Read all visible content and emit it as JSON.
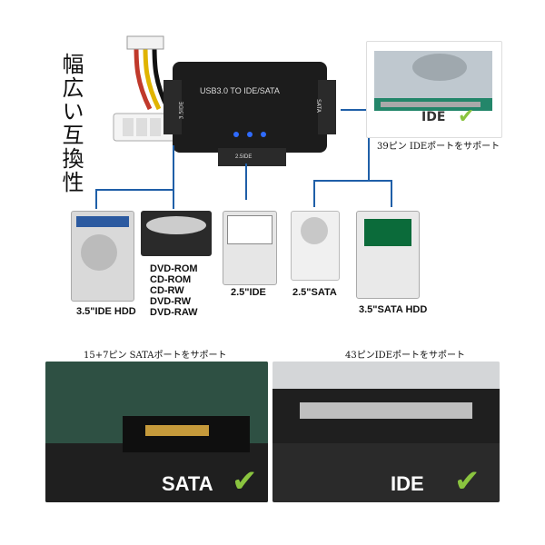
{
  "title": "幅広い互換性",
  "adapter": {
    "label_top": "USB3.0 TO IDE/SATA",
    "label_bottom": "2.5IDE",
    "label_left": "3.5IDE",
    "label_right": "SATA"
  },
  "ide_panel": {
    "badge_text": "IDE",
    "caption": "39ピン IDEポートをサポート"
  },
  "devices": {
    "hdd35ide": "3.5\"IDE HDD",
    "optical_list": [
      "DVD-ROM",
      "CD-ROM",
      "CD-RW",
      "DVD-RW",
      "DVD-RAW"
    ],
    "hdd25ide": "2.5\"IDE",
    "hdd25sata": "2.5\"SATA",
    "hdd35sata": "3.5\"SATA HDD"
  },
  "bottom": {
    "left_caption": "15+7ピン SATAポートをサポート",
    "right_caption": "43ピンIDEポートをサポート",
    "left_badge": "SATA",
    "right_badge": "IDE"
  },
  "colors": {
    "accent_line": "#1f5fa8",
    "check_green": "#8ac43f",
    "adapter_body": "#1c1c1c",
    "led_blue": "#2f6bff"
  }
}
